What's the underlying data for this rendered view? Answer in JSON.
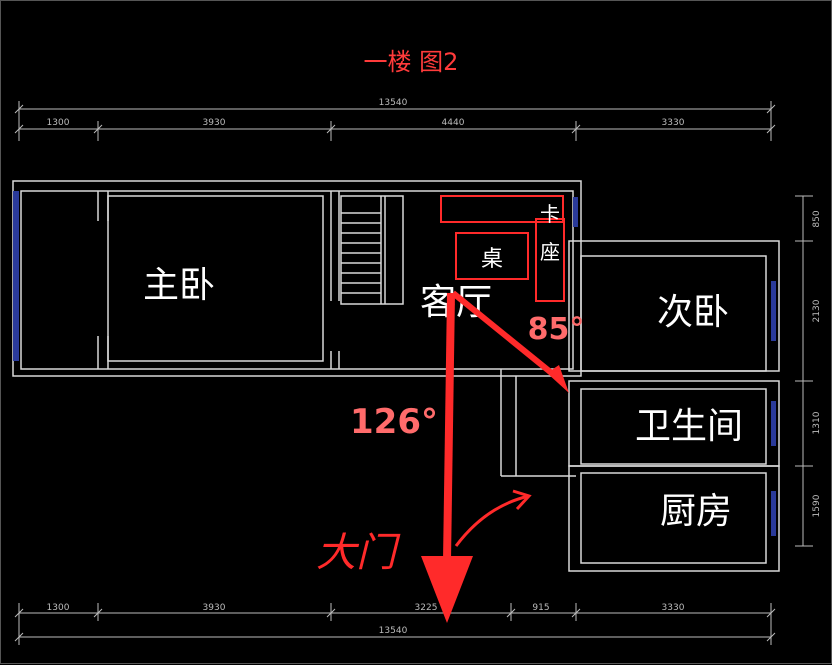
{
  "title": "一楼 图2",
  "dimensions": {
    "top_total": "13540",
    "top_segments": [
      "1300",
      "3930",
      "4440",
      "3330"
    ],
    "bottom_total": "13540",
    "bottom_segments": [
      "1300",
      "3930",
      "3225",
      "915",
      "3330"
    ],
    "right_segments": [
      "850",
      "2130",
      "1310",
      "1590"
    ]
  },
  "rooms": {
    "master_bedroom": "主卧",
    "living_room": "客厅",
    "second_bedroom": "次卧",
    "bathroom": "卫生间",
    "kitchen": "厨房",
    "table": "桌",
    "booth_1": "卡",
    "booth_2": "座"
  },
  "annotations": {
    "angle_1": "85°",
    "angle_2": "126°",
    "main_door": "大门"
  },
  "colors": {
    "background": "#000000",
    "wall": "#d9d9d9",
    "annotation_red": "#ff3b3b",
    "window_blue": "#2a3a9a"
  }
}
